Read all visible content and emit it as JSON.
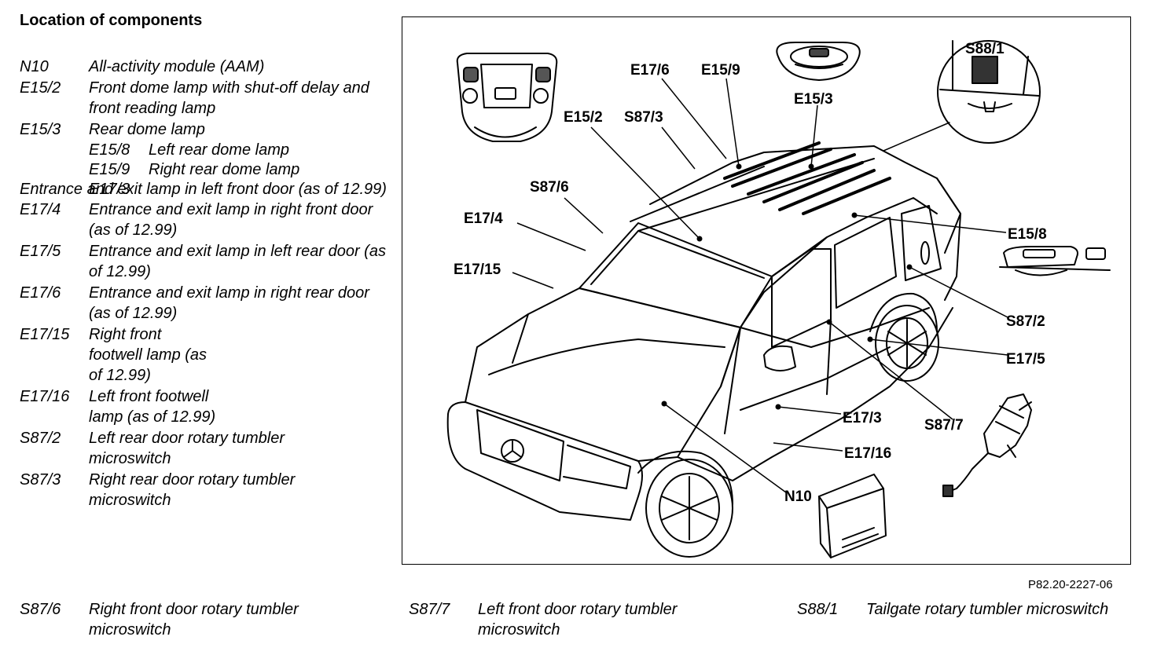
{
  "title": "Location of components",
  "legend": [
    {
      "code": "N10",
      "desc": "All-activity module (AAM)"
    },
    {
      "code": "E15/2",
      "desc": "Front dome lamp with shut-off delay and front reading lamp"
    },
    {
      "code": "E15/3",
      "desc": "Rear dome lamp"
    },
    {
      "code": "E17/4",
      "desc": "Entrance and exit lamp in right front door (as of 12.99)"
    },
    {
      "code": "E17/5",
      "desc": "Entrance and exit lamp in left rear door (as of 12.99)"
    },
    {
      "code": "E17/6",
      "desc": "Entrance and exit lamp in right rear door (as of 12.99)"
    },
    {
      "code": "E17/15",
      "desc": "Right front footwell lamp (as of 12.99)"
    },
    {
      "code": "E17/16",
      "desc": "Left front footwell lamp (as of 12.99)"
    },
    {
      "code": "S87/2",
      "desc": "Left rear door rotary tumbler microswitch"
    },
    {
      "code": "S87/3",
      "desc": "Right rear door rotary tumbler microswitch"
    }
  ],
  "sublegend": [
    {
      "code": "E15/8",
      "desc": "Left rear dome lamp"
    },
    {
      "code": "E15/9",
      "desc": "Right rear dome lamp"
    },
    {
      "code": "E17/3",
      "desc": "Entrance and exit lamp in left front door (as of 12.99)"
    }
  ],
  "bottom": [
    {
      "code": "S87/6",
      "desc": "Right front door rotary tumbler microswitch"
    },
    {
      "code": "S87/7",
      "desc": "Left front door rotary tumbler microswitch"
    },
    {
      "code": "S88/1",
      "desc": "Tailgate rotary tumbler microswitch"
    }
  ],
  "figure_ref": "P82.20-2227-06",
  "callouts": {
    "e17_6": "E17/6",
    "e15_9": "E15/9",
    "e15_3": "E15/3",
    "s88_1": "S88/1",
    "e15_2": "E15/2",
    "s87_3": "S87/3",
    "s87_6": "S87/6",
    "e17_4": "E17/4",
    "e17_15": "E17/15",
    "e15_8": "E15/8",
    "s87_2": "S87/2",
    "e17_5": "E17/5",
    "e17_3": "E17/3",
    "s87_7": "S87/7",
    "e17_16": "E17/16",
    "n10": "N10"
  }
}
